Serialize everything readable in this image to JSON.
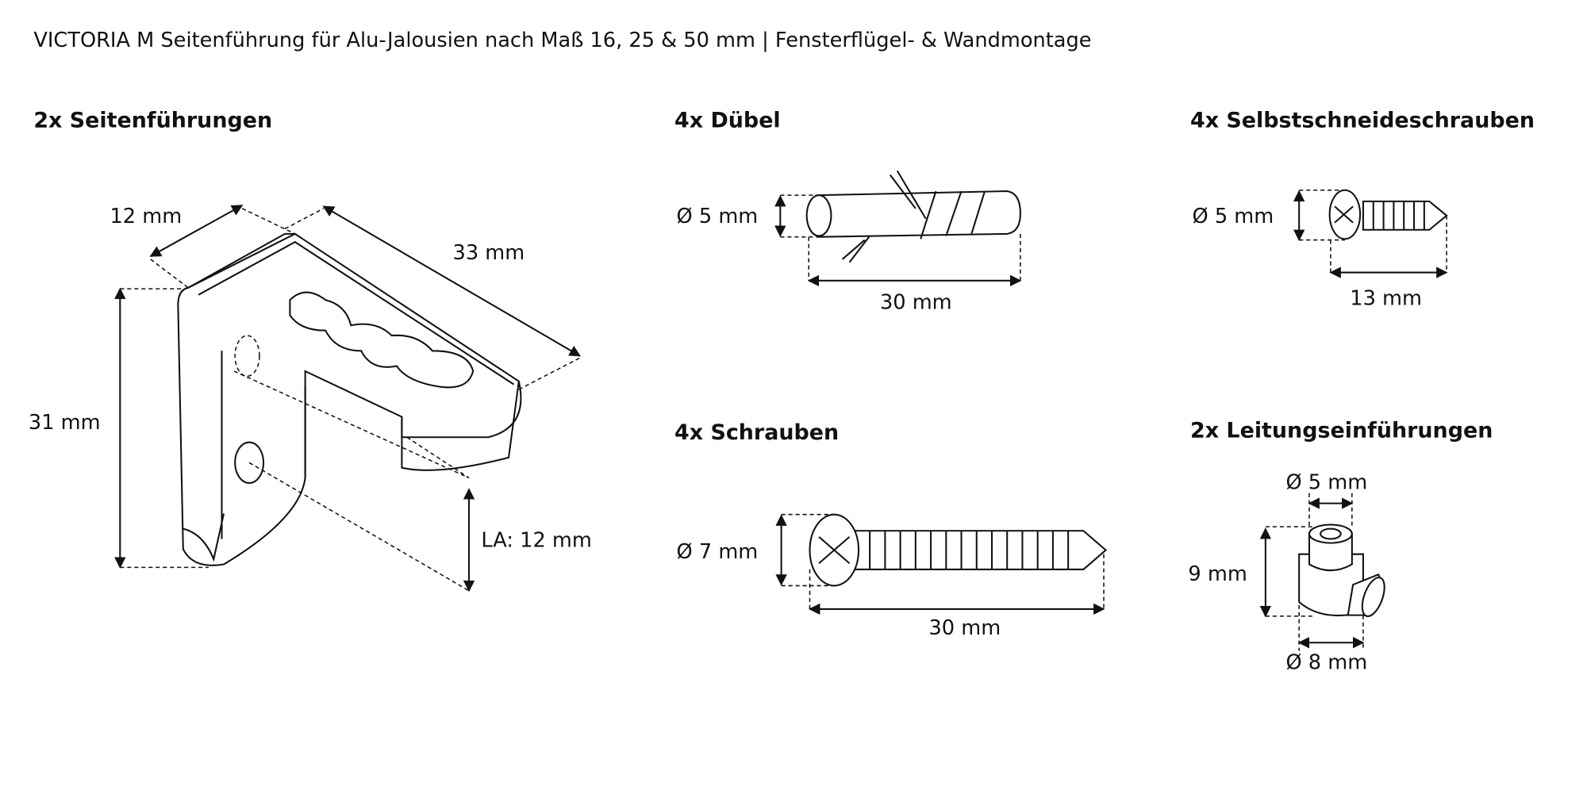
{
  "title": "VICTORIA M Seitenführung für Alu-Jalousien nach Maß 16, 25 & 50 mm | Fensterflügel- & Wandmontage",
  "parts": {
    "guide": {
      "heading": "2x Seitenführungen",
      "dims": {
        "width": "12 mm",
        "length": "33 mm",
        "height": "31 mm",
        "la": "LA: 12 mm"
      }
    },
    "dowel": {
      "heading": "4x Dübel",
      "dims": {
        "diameter": "Ø 5 mm",
        "length": "30 mm"
      }
    },
    "tapping_screw": {
      "heading": "4x Selbstschneideschrauben",
      "dims": {
        "diameter": "Ø 5 mm",
        "length": "13 mm"
      }
    },
    "screw": {
      "heading": "4x Schrauben",
      "dims": {
        "diameter": "Ø 7 mm",
        "length": "30 mm"
      }
    },
    "cable_entry": {
      "heading": "2x Leitungseinführungen",
      "dims": {
        "top_diameter": "Ø 5 mm",
        "height": "9 mm",
        "bottom_diameter": "Ø 8 mm"
      }
    }
  }
}
